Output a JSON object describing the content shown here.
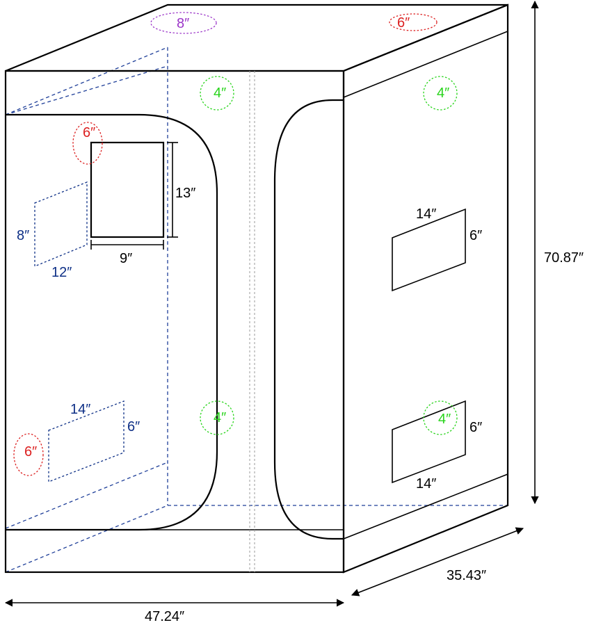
{
  "colors": {
    "outline": "#000000",
    "hidden_edge": "#1f3f99",
    "vent_flap": "#0d2f86",
    "port_8in": "#9b35c8",
    "port_6in": "#dc2020",
    "port_4in": "#27d41a",
    "dimension": "#000000"
  },
  "dimensions": {
    "width": "47.24″",
    "depth": "35.43″",
    "height": "70.87″"
  },
  "ports": {
    "top_left": "8″",
    "top_right": "6″",
    "front_top_center": "4″",
    "front_bottom_center": "4″",
    "door_window_corner": "6″",
    "front_bottom_left": "6″",
    "side_top": "4″",
    "side_bottom": "4″"
  },
  "front_window": {
    "height_label": "13″",
    "width_label": "9″"
  },
  "front_vents": {
    "upper_height": "8″",
    "upper_width": "12″",
    "lower_width": "14″",
    "lower_height": "6″"
  },
  "side_vents": {
    "upper_width": "14″",
    "upper_height": "6″",
    "lower_height": "6″",
    "lower_width": "14″"
  }
}
